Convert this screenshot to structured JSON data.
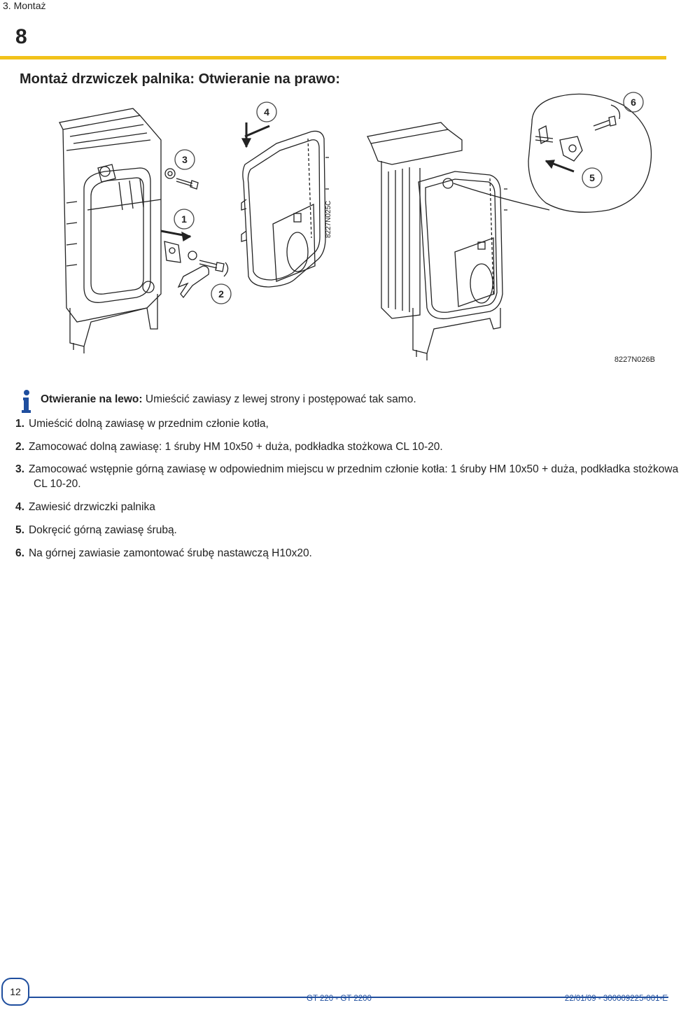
{
  "header": {
    "breadcrumb": "3. Montaż",
    "section_number": "8",
    "title": "Montaż drzwiczek palnika: Otwieranie na prawo:"
  },
  "figure": {
    "code_left": "8227N025C",
    "code_right": "8227N026B",
    "callouts": [
      "1",
      "2",
      "3",
      "4",
      "5",
      "6"
    ]
  },
  "info": {
    "icon": "info-icon",
    "label": "Otwieranie na lewo:",
    "text": " Umieścić zawiasy z lewej strony i postępować tak samo."
  },
  "steps": [
    {
      "num": "1.",
      "text": "Umieścić dolną zawiasę w przednim członie kotła,"
    },
    {
      "num": "2.",
      "text": "Zamocować dolną zawiasę: 1 śruby HM 10x50 + duża, podkładka stożkowa CL 10-20."
    },
    {
      "num": "3.",
      "text": "Zamocować wstępnie górną zawiasę w odpowiednim miejscu w przednim członie kotła: 1 śruby HM 10x50 + duża, podkładka stożkowa CL 10-20."
    },
    {
      "num": "4.",
      "text": "Zawiesić drzwiczki palnika"
    },
    {
      "num": "5.",
      "text": "Dokręcić górną zawiasę śrubą."
    },
    {
      "num": "6.",
      "text": "Na górnej zawiasie zamontować śrubę nastawczą H10x20."
    }
  ],
  "footer": {
    "page_number": "12",
    "center": "GT 220 - GT 2200",
    "right": "22/01/09 - 300009225-001-E"
  },
  "colors": {
    "accent_yellow": "#f2c21a",
    "footer_blue": "#1f4e9e"
  }
}
